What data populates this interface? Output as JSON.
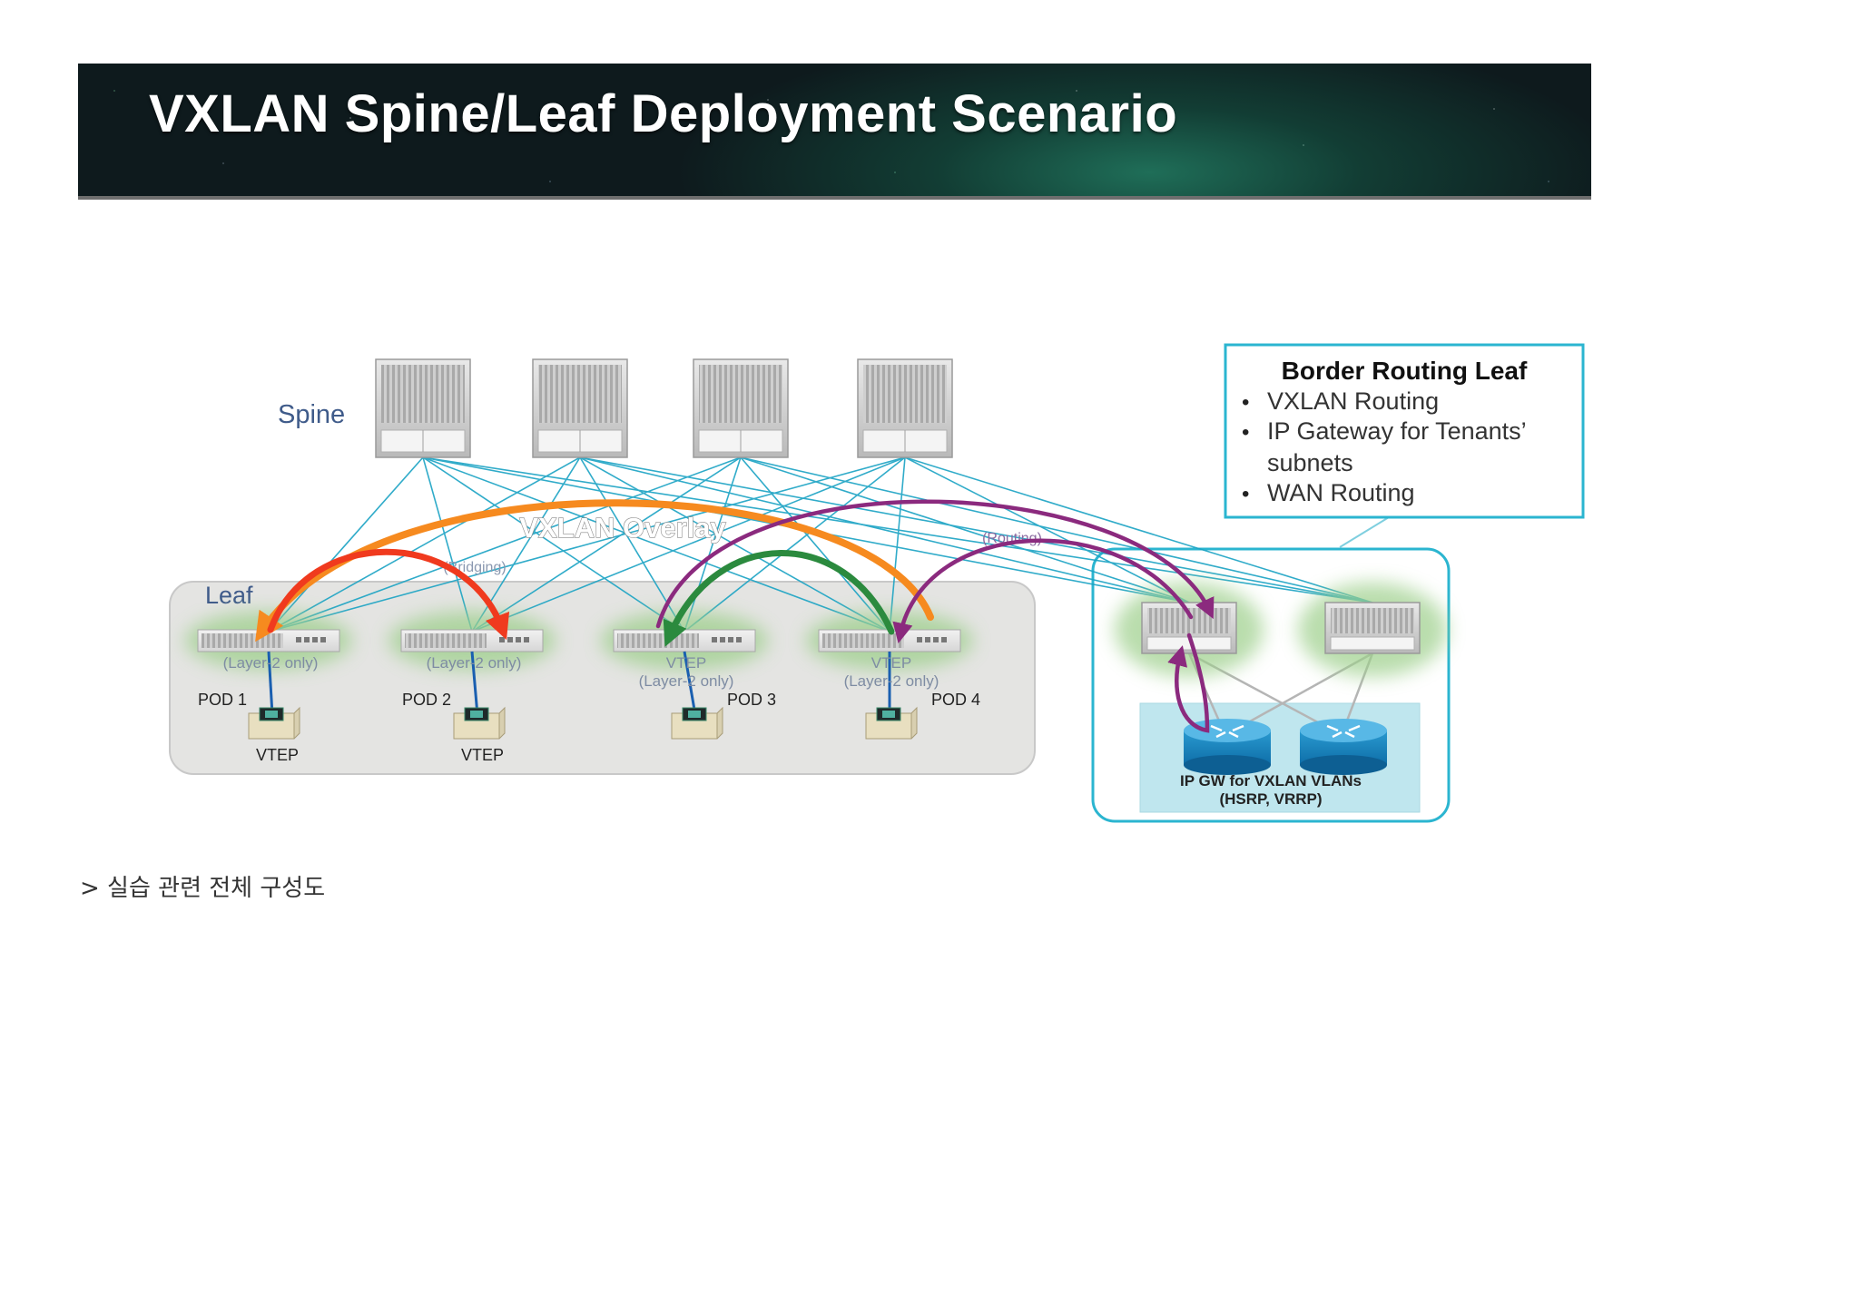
{
  "banner": {
    "title": "VXLAN Spine/Leaf Deployment Scenario"
  },
  "diagram": {
    "spine_label": "Spine",
    "leaf_label": "Leaf",
    "overlay_label": "VXLAN Overlay",
    "bridging_label": "(Bridging)",
    "routing_label": "(Routing)",
    "leaf_switches": [
      {
        "line1": "(Layer-2 only)",
        "line2": "",
        "pod": "POD 1",
        "vtep": "VTEP"
      },
      {
        "line1": "(Layer-2 only)",
        "line2": "",
        "pod": "POD 2",
        "vtep": "VTEP"
      },
      {
        "line1": "VTEP",
        "line2": "(Layer-2 only)",
        "pod": "POD 3",
        "vtep": ""
      },
      {
        "line1": "VTEP",
        "line2": "(Layer-2 only)",
        "pod": "POD 4",
        "vtep": ""
      }
    ],
    "border_box": {
      "title": "Border Routing Leaf",
      "bullets": [
        "VXLAN Routing",
        "IP Gateway for Tenants’",
        "subnets",
        "WAN Routing"
      ]
    },
    "gateway": {
      "line1": "IP GW for VXLAN VLANs",
      "line2": "(HSRP, VRRP)"
    },
    "colors": {
      "link": "#1aa3c4",
      "red": "#f03a1e",
      "orange": "#f68a1f",
      "green": "#2b8a3e",
      "purple": "#8b2a7e",
      "border": "#2bb5d0"
    }
  },
  "caption": "> 실습 관련 전체 구성도"
}
